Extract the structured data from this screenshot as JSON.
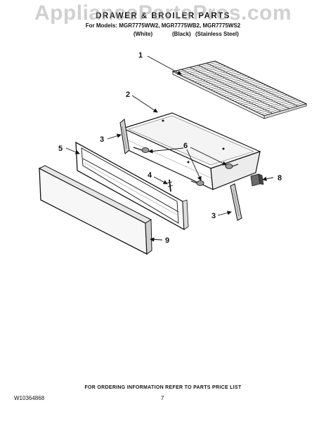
{
  "watermark": "AppliancePartsPros.com",
  "header": {
    "title": "DRAWER & BROILER PARTS",
    "models": "For Models: MGR7775WW2, MGR7775WB2, MGR7775WS2",
    "finishes": [
      "(White)",
      "(Black)",
      "(Stainless Steel)"
    ]
  },
  "callouts": [
    "1",
    "2",
    "3",
    "5",
    "6",
    "4",
    "8",
    "3",
    "9"
  ],
  "footer": {
    "note": "FOR ORDERING INFORMATION REFER TO PARTS PRICE LIST",
    "doc_number": "W10364868",
    "page": "7"
  }
}
